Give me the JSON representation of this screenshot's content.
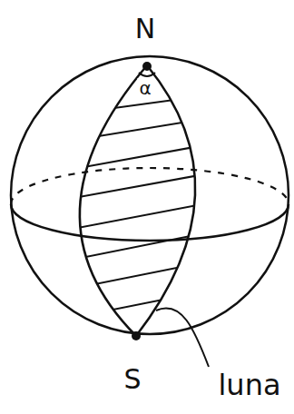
{
  "diagram": {
    "labels": [
      "N",
      "α",
      "S",
      "luna"
    ]
  }
}
